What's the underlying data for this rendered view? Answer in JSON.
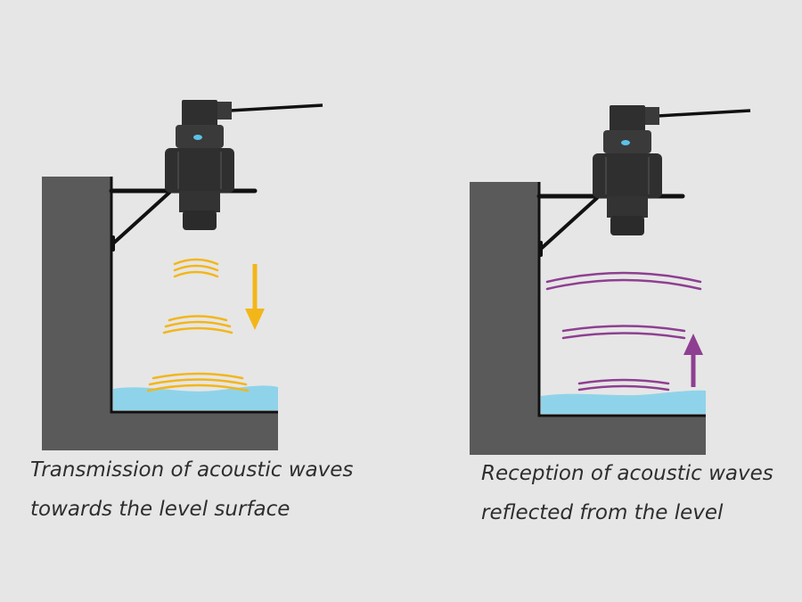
{
  "panels": [
    {
      "id": "transmission",
      "caption_line1": "Transmission of acoustic waves",
      "caption_line2": "towards the level surface",
      "wave_color": "#f3b619",
      "arrow_direction": "down"
    },
    {
      "id": "reception",
      "caption_line1": "Reception of acoustic waves",
      "caption_line2": "reflected from the level",
      "wave_color": "#8e3f91",
      "arrow_direction": "up"
    }
  ],
  "colors": {
    "background": "#e6e6e6",
    "wall": "#5a5a5a",
    "outline": "#111111",
    "liquid": "#8fd3ea",
    "sensor_body": "#2f2f2f",
    "sensor_led": "#5bc2e7"
  }
}
